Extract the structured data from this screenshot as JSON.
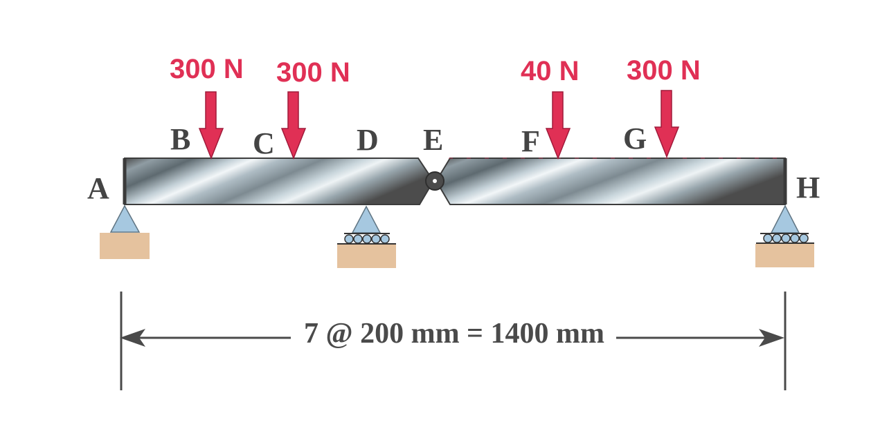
{
  "colors": {
    "load": "#e03055",
    "label": "#444444",
    "beam_dark": "#4c4c4c",
    "beam_light": "#d2dde3",
    "support_fill": "#a6c8e0",
    "ground": "#e5c29e"
  },
  "points": [
    {
      "id": "A",
      "label": "A"
    },
    {
      "id": "B",
      "label": "B"
    },
    {
      "id": "C",
      "label": "C"
    },
    {
      "id": "D",
      "label": "D"
    },
    {
      "id": "E",
      "label": "E"
    },
    {
      "id": "F",
      "label": "F"
    },
    {
      "id": "G",
      "label": "G"
    },
    {
      "id": "H",
      "label": "H"
    }
  ],
  "loads": [
    {
      "id": "B",
      "label": "300 N"
    },
    {
      "id": "C",
      "label": "300 N"
    },
    {
      "id": "F",
      "label": "40 N"
    },
    {
      "id": "G",
      "label": "300 N"
    }
  ],
  "supports": [
    {
      "at": "A",
      "type": "pin"
    },
    {
      "at": "D",
      "type": "roller"
    },
    {
      "at": "H",
      "type": "roller"
    }
  ],
  "hinge": "E",
  "dimension": {
    "label": "7 @ 200 mm = 1400 mm"
  }
}
